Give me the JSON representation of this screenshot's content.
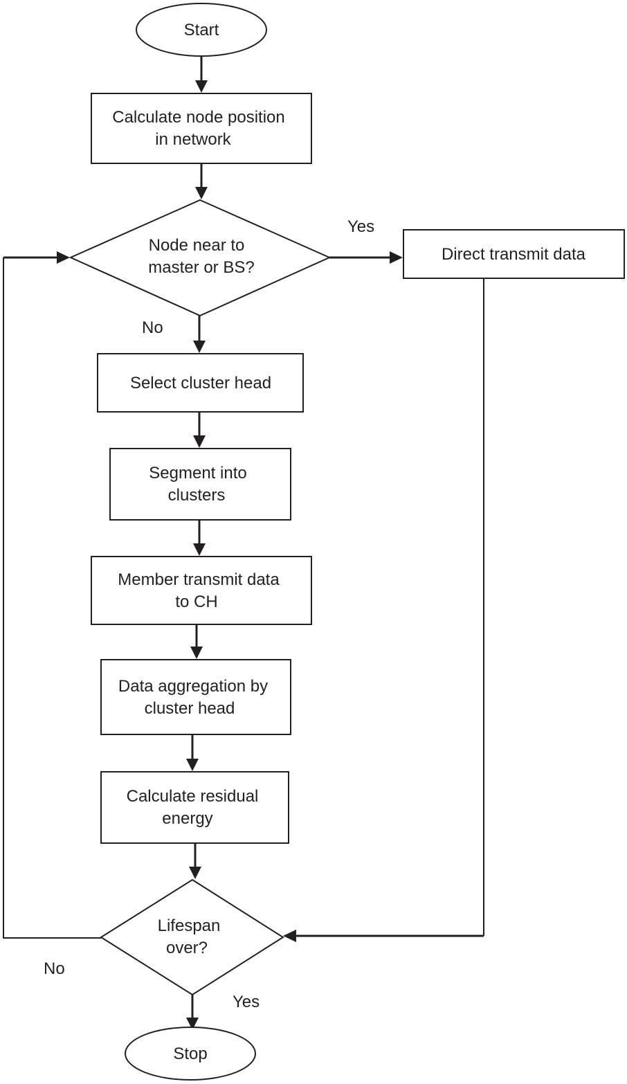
{
  "flowchart": {
    "nodes": {
      "start": {
        "lines": [
          "Start"
        ]
      },
      "calc_position": {
        "lines": [
          "Calculate node position",
          "in network"
        ]
      },
      "decision_near": {
        "lines": [
          "Node near to",
          "master or BS?"
        ]
      },
      "direct_transmit": {
        "lines": [
          "Direct transmit data"
        ]
      },
      "select_ch": {
        "lines": [
          "Select cluster head"
        ]
      },
      "segment": {
        "lines": [
          "Segment into",
          "clusters"
        ]
      },
      "member_transmit": {
        "lines": [
          "Member transmit data",
          "to CH"
        ]
      },
      "aggregation": {
        "lines": [
          "Data aggregation by",
          "cluster head"
        ]
      },
      "residual": {
        "lines": [
          "Calculate residual",
          "energy"
        ]
      },
      "decision_lifespan": {
        "lines": [
          "Lifespan",
          "over?"
        ]
      },
      "stop": {
        "lines": [
          "Stop"
        ]
      }
    },
    "edge_labels": {
      "near_yes": "Yes",
      "near_no": "No",
      "lifespan_no": "No",
      "lifespan_yes": "Yes"
    },
    "edges": [
      {
        "from": "start",
        "to": "calc_position"
      },
      {
        "from": "calc_position",
        "to": "decision_near"
      },
      {
        "from": "decision_near",
        "to": "direct_transmit",
        "label": "Yes"
      },
      {
        "from": "decision_near",
        "to": "select_ch",
        "label": "No"
      },
      {
        "from": "select_ch",
        "to": "segment"
      },
      {
        "from": "segment",
        "to": "member_transmit"
      },
      {
        "from": "member_transmit",
        "to": "aggregation"
      },
      {
        "from": "aggregation",
        "to": "residual"
      },
      {
        "from": "residual",
        "to": "decision_lifespan"
      },
      {
        "from": "direct_transmit",
        "to": "decision_lifespan"
      },
      {
        "from": "decision_lifespan",
        "to": "decision_near",
        "label": "No"
      },
      {
        "from": "decision_lifespan",
        "to": "stop",
        "label": "Yes"
      }
    ]
  }
}
